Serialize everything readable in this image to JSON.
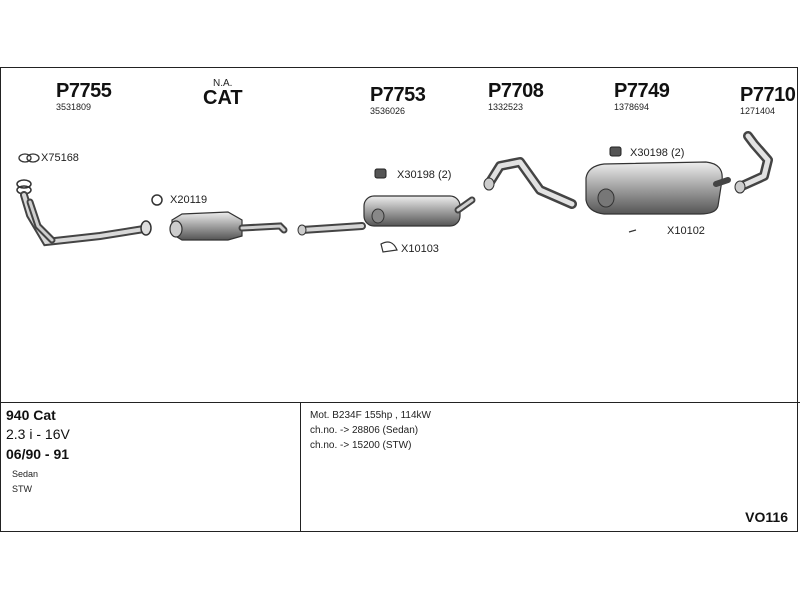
{
  "parts": {
    "p7755": {
      "number": "P7755",
      "oem": "3531809"
    },
    "cat": {
      "note": "N.A.",
      "label": "CAT"
    },
    "p7753": {
      "number": "P7753",
      "oem": "3536026"
    },
    "p7708": {
      "number": "P7708",
      "oem": "1332523"
    },
    "p7749": {
      "number": "P7749",
      "oem": "1378694"
    },
    "p7710": {
      "number": "P7710",
      "oem": "1271404"
    }
  },
  "fittings": {
    "x75168": "X75168",
    "x20119": "X20119",
    "x30198_a": "X30198 (2)",
    "x10103": "X10103",
    "x30198_b": "X30198 (2)",
    "x10102": "X10102"
  },
  "vehicle": {
    "model": "940 Cat",
    "engine": "2.3 i - 16V",
    "years": "06/90 - 91",
    "body_types": [
      "Sedan",
      "STW"
    ]
  },
  "notes": [
    "Mot. B234F 155hp , 114kW",
    "ch.no. -> 28806 (Sedan)",
    "ch.no. -> 15200 (STW)"
  ],
  "reference": "VO116"
}
